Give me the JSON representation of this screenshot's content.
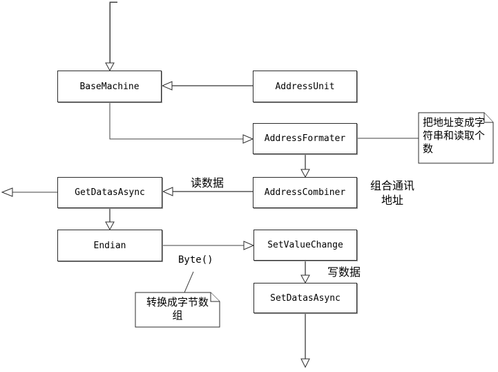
{
  "diagram": {
    "nodes": [
      {
        "id": "base-machine",
        "label": "BaseMachine"
      },
      {
        "id": "address-unit",
        "label": "AddressUnit"
      },
      {
        "id": "address-formater",
        "label": "AddressFormater"
      },
      {
        "id": "get-datas-async",
        "label": "GetDatasAsync"
      },
      {
        "id": "address-combiner",
        "label": "AddressCombiner"
      },
      {
        "id": "endian",
        "label": "Endian"
      },
      {
        "id": "set-value-change",
        "label": "SetValueChange"
      },
      {
        "id": "set-datas-async",
        "label": "SetDatasAsync"
      }
    ],
    "notes": [
      {
        "id": "note-address-formater",
        "text": "把地址变成字符串和读取个数"
      },
      {
        "id": "note-endian",
        "text": "转换成字节数组"
      }
    ],
    "edge_labels": [
      {
        "id": "read-data",
        "text": "读数据"
      },
      {
        "id": "combine-address",
        "text": "组合通讯\n地址"
      },
      {
        "id": "byte-call",
        "text": "Byte()"
      },
      {
        "id": "write-data",
        "text": "写数据"
      }
    ],
    "colors": {
      "background": "#ffffff",
      "box_border": "#2b2b2b",
      "line_dark": "#404040",
      "line_gray": "#7f7f7f",
      "arrow_fill": "#ffffff"
    }
  }
}
